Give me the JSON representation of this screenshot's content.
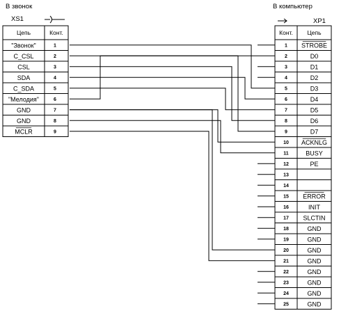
{
  "left": {
    "title": "В звонок",
    "designator": "XS1",
    "col_signal": "Цепь",
    "col_contact": "Конт.",
    "rows": [
      {
        "signal": "\"Звонок\"",
        "contact": "1"
      },
      {
        "signal": "C_CSL",
        "contact": "2"
      },
      {
        "signal": "CSL",
        "contact": "3"
      },
      {
        "signal": "SDA",
        "contact": "4"
      },
      {
        "signal": "C_SDA",
        "contact": "5"
      },
      {
        "signal": "\"Мелодия\"",
        "contact": "6"
      },
      {
        "signal": "GND",
        "contact": "7"
      },
      {
        "signal": "GND",
        "contact": "8"
      },
      {
        "signal": "MCLR",
        "contact": "9",
        "overline": true
      }
    ]
  },
  "right": {
    "title": "В компьютер",
    "designator": "XP1",
    "col_contact": "Конт.",
    "col_signal": "Цепь",
    "rows": [
      {
        "contact": "1",
        "signal": "STROBE",
        "overline": true
      },
      {
        "contact": "2",
        "signal": "D0"
      },
      {
        "contact": "3",
        "signal": "D1"
      },
      {
        "contact": "4",
        "signal": "D2"
      },
      {
        "contact": "5",
        "signal": "D3"
      },
      {
        "contact": "6",
        "signal": "D4"
      },
      {
        "contact": "7",
        "signal": "D5"
      },
      {
        "contact": "8",
        "signal": "D6"
      },
      {
        "contact": "9",
        "signal": "D7"
      },
      {
        "contact": "10",
        "signal": "ACKNLG",
        "overline": true
      },
      {
        "contact": "11",
        "signal": "BUSY"
      },
      {
        "contact": "12",
        "signal": "PE"
      },
      {
        "contact": "13",
        "signal": ""
      },
      {
        "contact": "14",
        "signal": ""
      },
      {
        "contact": "15",
        "signal": "ERROR",
        "overline": true
      },
      {
        "contact": "16",
        "signal": "INIT"
      },
      {
        "contact": "17",
        "signal": "SLCTIN"
      },
      {
        "contact": "18",
        "signal": "GND"
      },
      {
        "contact": "19",
        "signal": "GND"
      },
      {
        "contact": "20",
        "signal": "GND"
      },
      {
        "contact": "21",
        "signal": "GND"
      },
      {
        "contact": "22",
        "signal": "GND"
      },
      {
        "contact": "23",
        "signal": "GND"
      },
      {
        "contact": "24",
        "signal": "GND"
      },
      {
        "contact": "25",
        "signal": "GND"
      }
    ]
  },
  "connections": [
    {
      "from": 1,
      "to": 5
    },
    {
      "from": 2,
      "to": 9
    },
    {
      "from": 3,
      "to": 8
    },
    {
      "from": 4,
      "to": 6
    },
    {
      "from": 5,
      "to": 7
    },
    {
      "from": 6,
      "to": 2
    },
    {
      "from": 7,
      "to": 10
    },
    {
      "from": 8,
      "to": 11
    },
    {
      "from": 9,
      "to": 21
    },
    {
      "from": 7,
      "to": 20
    }
  ]
}
